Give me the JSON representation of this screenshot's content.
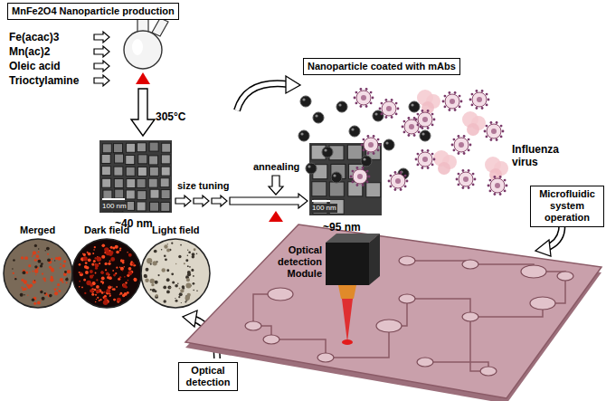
{
  "diagram": {
    "nodes": [
      {
        "text": [
          "MnFe2O4 Nanoparticle production"
        ]
      },
      {
        "text": [
          "Nanoparticle coated with mAbs"
        ]
      },
      {
        "text": [
          "Microfluidic system operation"
        ]
      },
      {
        "text": [
          "Optical detection"
        ]
      }
    ],
    "labels": [
      "Fe(acac)3",
      "Mn(ac)2",
      "Oleic acid",
      "Trioctylamine",
      "305°C",
      "100 nm",
      "~40 nm",
      "size tuning",
      "annealing",
      "100 nm",
      "~95 nm",
      "Influenza virus",
      "Optical detection Module",
      "Merged",
      "Dark field",
      "Light field"
    ]
  }
}
